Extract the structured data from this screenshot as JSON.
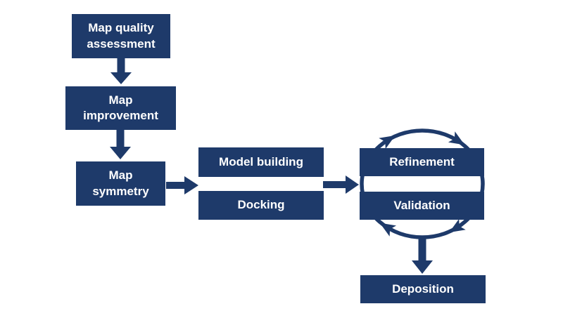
{
  "colors": {
    "accent": "#1e3a6a",
    "canvas_bg": "#ffffff",
    "node_text": "#ffffff"
  },
  "nodes": [
    {
      "id": "map-quality-assessment",
      "label": "Map quality\nassessment"
    },
    {
      "id": "map-improvement",
      "label": "Map\nimprovement"
    },
    {
      "id": "map-symmetry",
      "label": "Map\nsymmetry"
    },
    {
      "id": "model-building",
      "label": "Model building"
    },
    {
      "id": "docking",
      "label": "Docking"
    },
    {
      "id": "refinement",
      "label": "Refinement"
    },
    {
      "id": "validation",
      "label": "Validation"
    },
    {
      "id": "deposition",
      "label": "Deposition"
    }
  ],
  "connections": [
    {
      "from": "map-quality-assessment",
      "to": "map-improvement",
      "type": "arrow-down"
    },
    {
      "from": "map-improvement",
      "to": "map-symmetry",
      "type": "arrow-down"
    },
    {
      "from": "map-symmetry",
      "to": "model-building / docking",
      "type": "arrow-right"
    },
    {
      "from": "model-building / docking",
      "to": "refinement / validation",
      "type": "arrow-right"
    },
    {
      "from": "refinement",
      "to": "validation",
      "type": "cycle-clockwise"
    },
    {
      "from": "refinement / validation",
      "to": "deposition",
      "type": "arrow-down"
    }
  ]
}
